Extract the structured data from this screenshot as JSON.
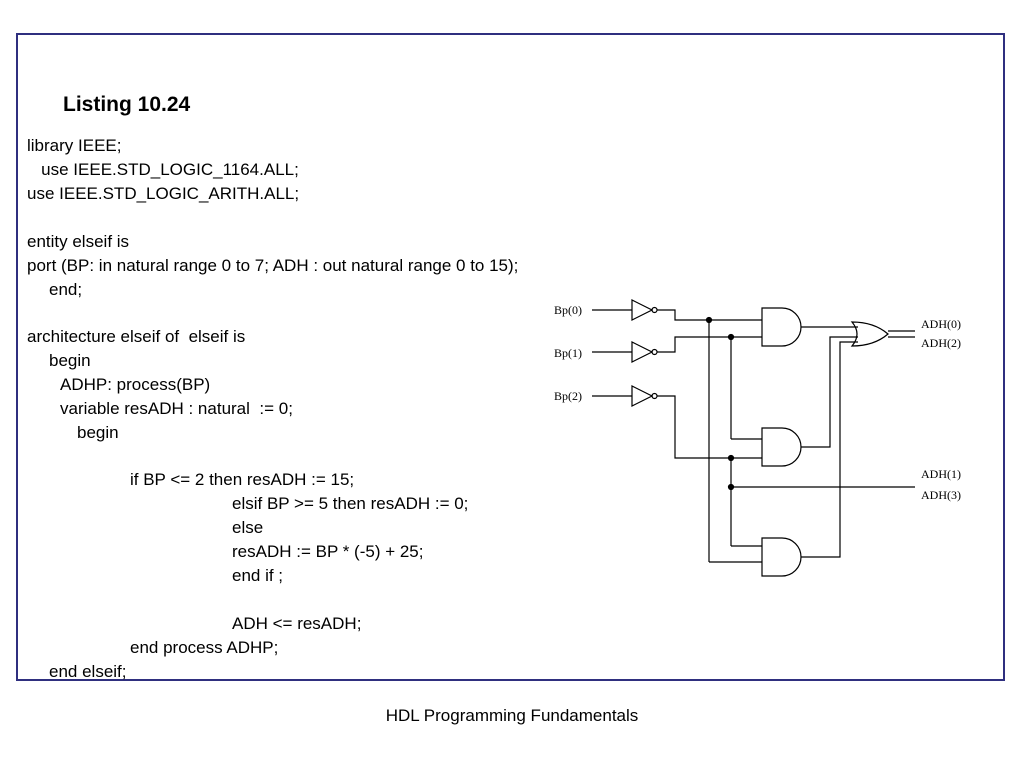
{
  "slide": {
    "title": "Listing 10.24",
    "footer": "HDL Programming Fundamentals"
  },
  "code": {
    "lines": [
      "library IEEE;",
      "   use IEEE.STD_LOGIC_1164.ALL;",
      "use IEEE.STD_LOGIC_ARITH.ALL;",
      "entity elseif is",
      "port (BP: in natural range 0 to 7; ADH : out natural range 0 to 15);",
      "end;",
      "architecture elseif of  elseif is",
      "begin",
      "ADHP: process(BP)",
      "variable resADH : natural  := 0;",
      "begin",
      "if BP <= 2 then resADH := 15;",
      "elsif BP >= 5 then resADH := 0;",
      "else",
      "resADH := BP * (-5) + 25;",
      "end if ;",
      "ADH <= resADH;",
      "end process ADHP;",
      "end elseif;"
    ]
  },
  "circuit": {
    "inputs": [
      "Bp(0)",
      "Bp(1)",
      "Bp(2)"
    ],
    "outputs": [
      "ADH(0)",
      "ADH(2)",
      "ADH(1)",
      "ADH(3)"
    ]
  }
}
